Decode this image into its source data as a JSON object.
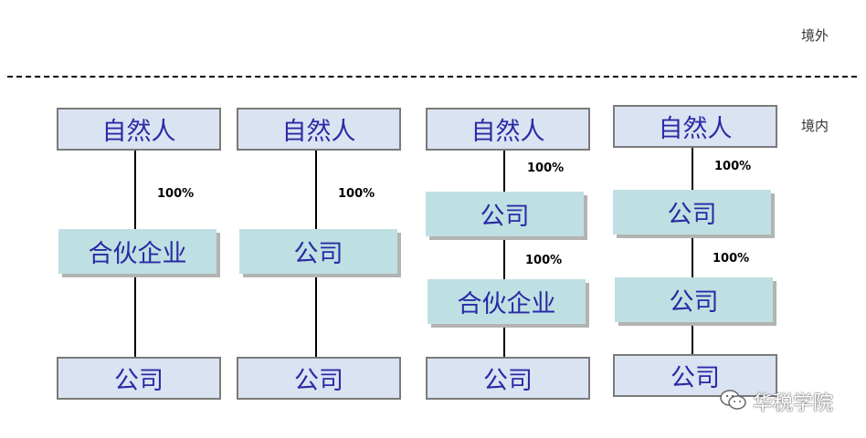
{
  "regions": {
    "overseas": "境外",
    "domestic": "境内"
  },
  "diagrams": [
    {
      "top": "自然人",
      "link1": "100%",
      "mid1": "合伙企业",
      "bottom": "公司"
    },
    {
      "top": "自然人",
      "link1": "100%",
      "mid1": "公司",
      "bottom": "公司"
    },
    {
      "top": "自然人",
      "link1": "100%",
      "mid1": "公司",
      "link2": "100%",
      "mid2": "合伙企业",
      "bottom": "公司"
    },
    {
      "top": "自然人",
      "link1": "100%",
      "mid1": "公司",
      "link2": "100%",
      "mid2": "公司",
      "bottom": "公司"
    }
  ],
  "watermark": {
    "icon": "wechat-icon",
    "text": "华税学院"
  }
}
